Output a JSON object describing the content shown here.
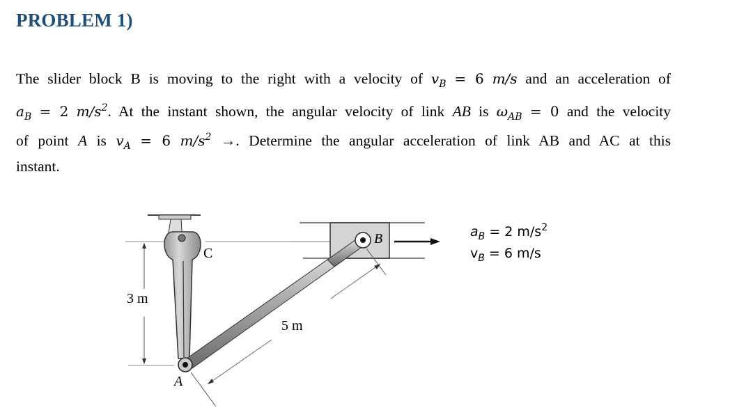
{
  "title": "PROBLEM 1)",
  "problem": {
    "line1": {
      "pre": "The slider block B is moving to the right with a velocity of",
      "var": "v",
      "sub": "B",
      "eq": "= 6",
      "unit": "m/s",
      "post": "and an acceleration of"
    },
    "line2": {
      "var": "a",
      "sub": "B",
      "eq": "= 2",
      "unit": "m/s",
      "sup": "2",
      "mid": ". At the instant shown, the angular velocity of link",
      "link": "AB",
      "is": "is",
      "omega": "ω",
      "omega_sub": "AB",
      "eq2": "= 0",
      "post": "and the velocity"
    },
    "line3": {
      "pre": "of point",
      "point": "A",
      "is": "is",
      "var": "v",
      "sub": "A",
      "eq": "= 6",
      "unit": "m/s",
      "sup": "2",
      "arrow": "→",
      "post": ". Determine the angular acceleration of link AB and AC at this"
    },
    "line4": "instant."
  },
  "figure": {
    "label_c": "C",
    "label_a": "A",
    "label_b": "B",
    "dim_vertical": "3 m",
    "dim_link": "5 m",
    "accel_var": "a",
    "accel_sub": "B",
    "accel_eq": "= 2 m/s",
    "accel_sup": "2",
    "vel_var": "v",
    "vel_sub": "B",
    "vel_eq": "= 6 m/s"
  }
}
